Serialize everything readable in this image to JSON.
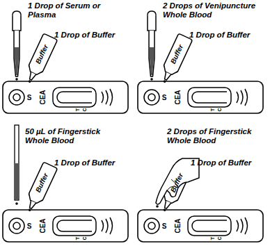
{
  "diagram": {
    "labels": [
      "1 Drop of Serum or Plasma",
      "1 Drop of Buffer",
      "Buffer",
      "S",
      "CEA",
      "T",
      "C",
      "2 Drops of Venipuncture Whole Blood",
      "1 Drop of Buffer",
      "Buffer",
      "S",
      "CEA",
      "T",
      "C",
      "50 µL of Fingerstick Whole Blood",
      "1 Drop of Buffer",
      "Buffer",
      "S",
      "CEA",
      "T",
      "C",
      "2 Drops of Fingerstick Whole Blood",
      "1 Drop of Buffer",
      "Buffer",
      "S",
      "CEA",
      "T",
      "C"
    ]
  }
}
